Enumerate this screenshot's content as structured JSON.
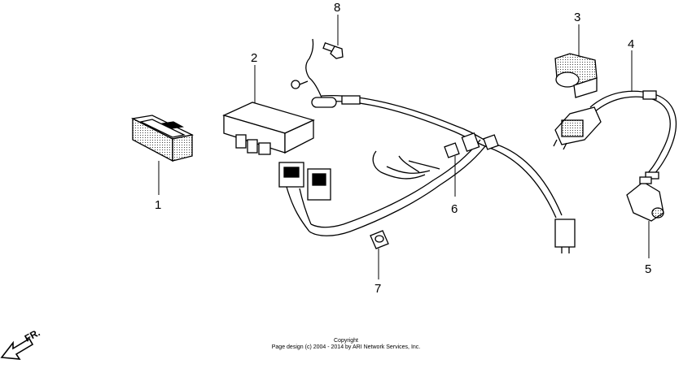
{
  "callouts": {
    "p1": "1",
    "p2": "2",
    "p3": "3",
    "p4": "4",
    "p5": "5",
    "p6": "6",
    "p7": "7",
    "p8": "8"
  },
  "direction_label": "FR.",
  "copyright": {
    "line1": "Copyright",
    "line2": "Page design (c) 2004 - 2014 by ARI Network Services, Inc."
  }
}
